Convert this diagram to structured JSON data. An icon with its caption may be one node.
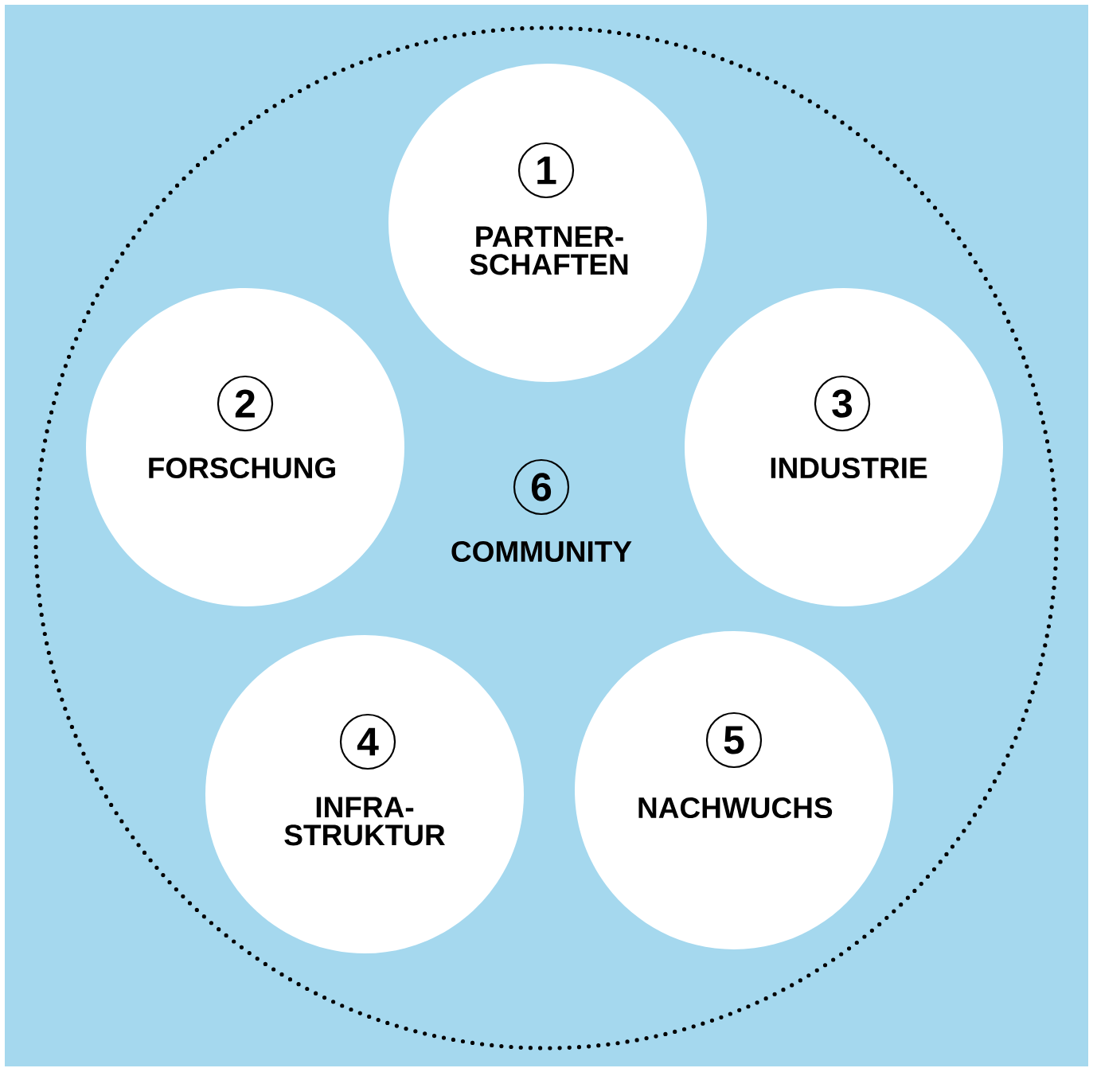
{
  "diagram": {
    "nodes": [
      {
        "text": [
          "6",
          "COMMUNITY"
        ]
      },
      {
        "text": [
          "1",
          "PARTNER- SCHAFTEN"
        ],
        "in": 0
      },
      {
        "text": [
          "2",
          "FORSCHUNG"
        ],
        "in": 0
      },
      {
        "text": [
          "3",
          "INDUSTRIE"
        ],
        "in": 0
      },
      {
        "text": [
          "4",
          "INFRA- STRUKTUR"
        ],
        "in": 0
      },
      {
        "text": [
          "5",
          "NACHWUCHS"
        ],
        "in": 0
      }
    ]
  }
}
